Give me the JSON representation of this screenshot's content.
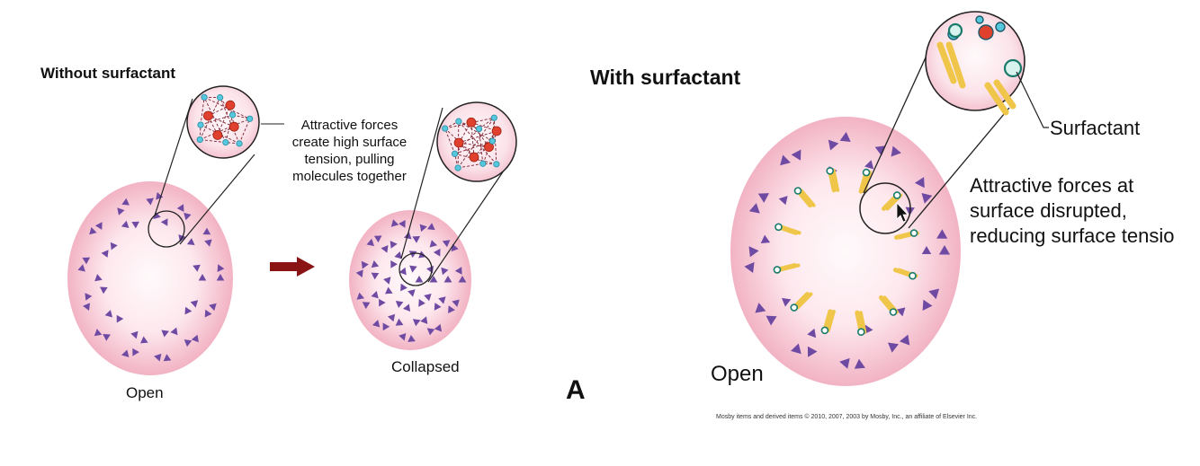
{
  "figure": {
    "left_title": "Without surfactant",
    "right_title": "With surfactant",
    "caption_open_left": "Open",
    "caption_collapsed": "Collapsed",
    "caption_open_right": "Open",
    "panel_label": "A",
    "note_left": "Attractive forces create high surface tension, pulling molecules together",
    "label_surfactant": "Surfactant",
    "note_right": "Attractive forces at surface disrupted, reducing surface tensio",
    "copyright": "Mosby items and derived items © 2010, 2007, 2003 by Mosby, Inc., an affiliate of Elsevier Inc."
  },
  "colors": {
    "alveolus_edge": "#f2b3c4",
    "alveolus_center": "#fffafb",
    "molecule": "#6e4aa3",
    "arrow": "#8a1414",
    "surfactant_tail": "#f0c64a",
    "surfactant_head_ring": "#1a7a6a",
    "surfactant_head_fill": "#ffffff",
    "water_red": "#e0412e",
    "water_cyan": "#56c8dd"
  },
  "icons": [
    "right-arrow-icon",
    "mouse-pointer-icon"
  ]
}
